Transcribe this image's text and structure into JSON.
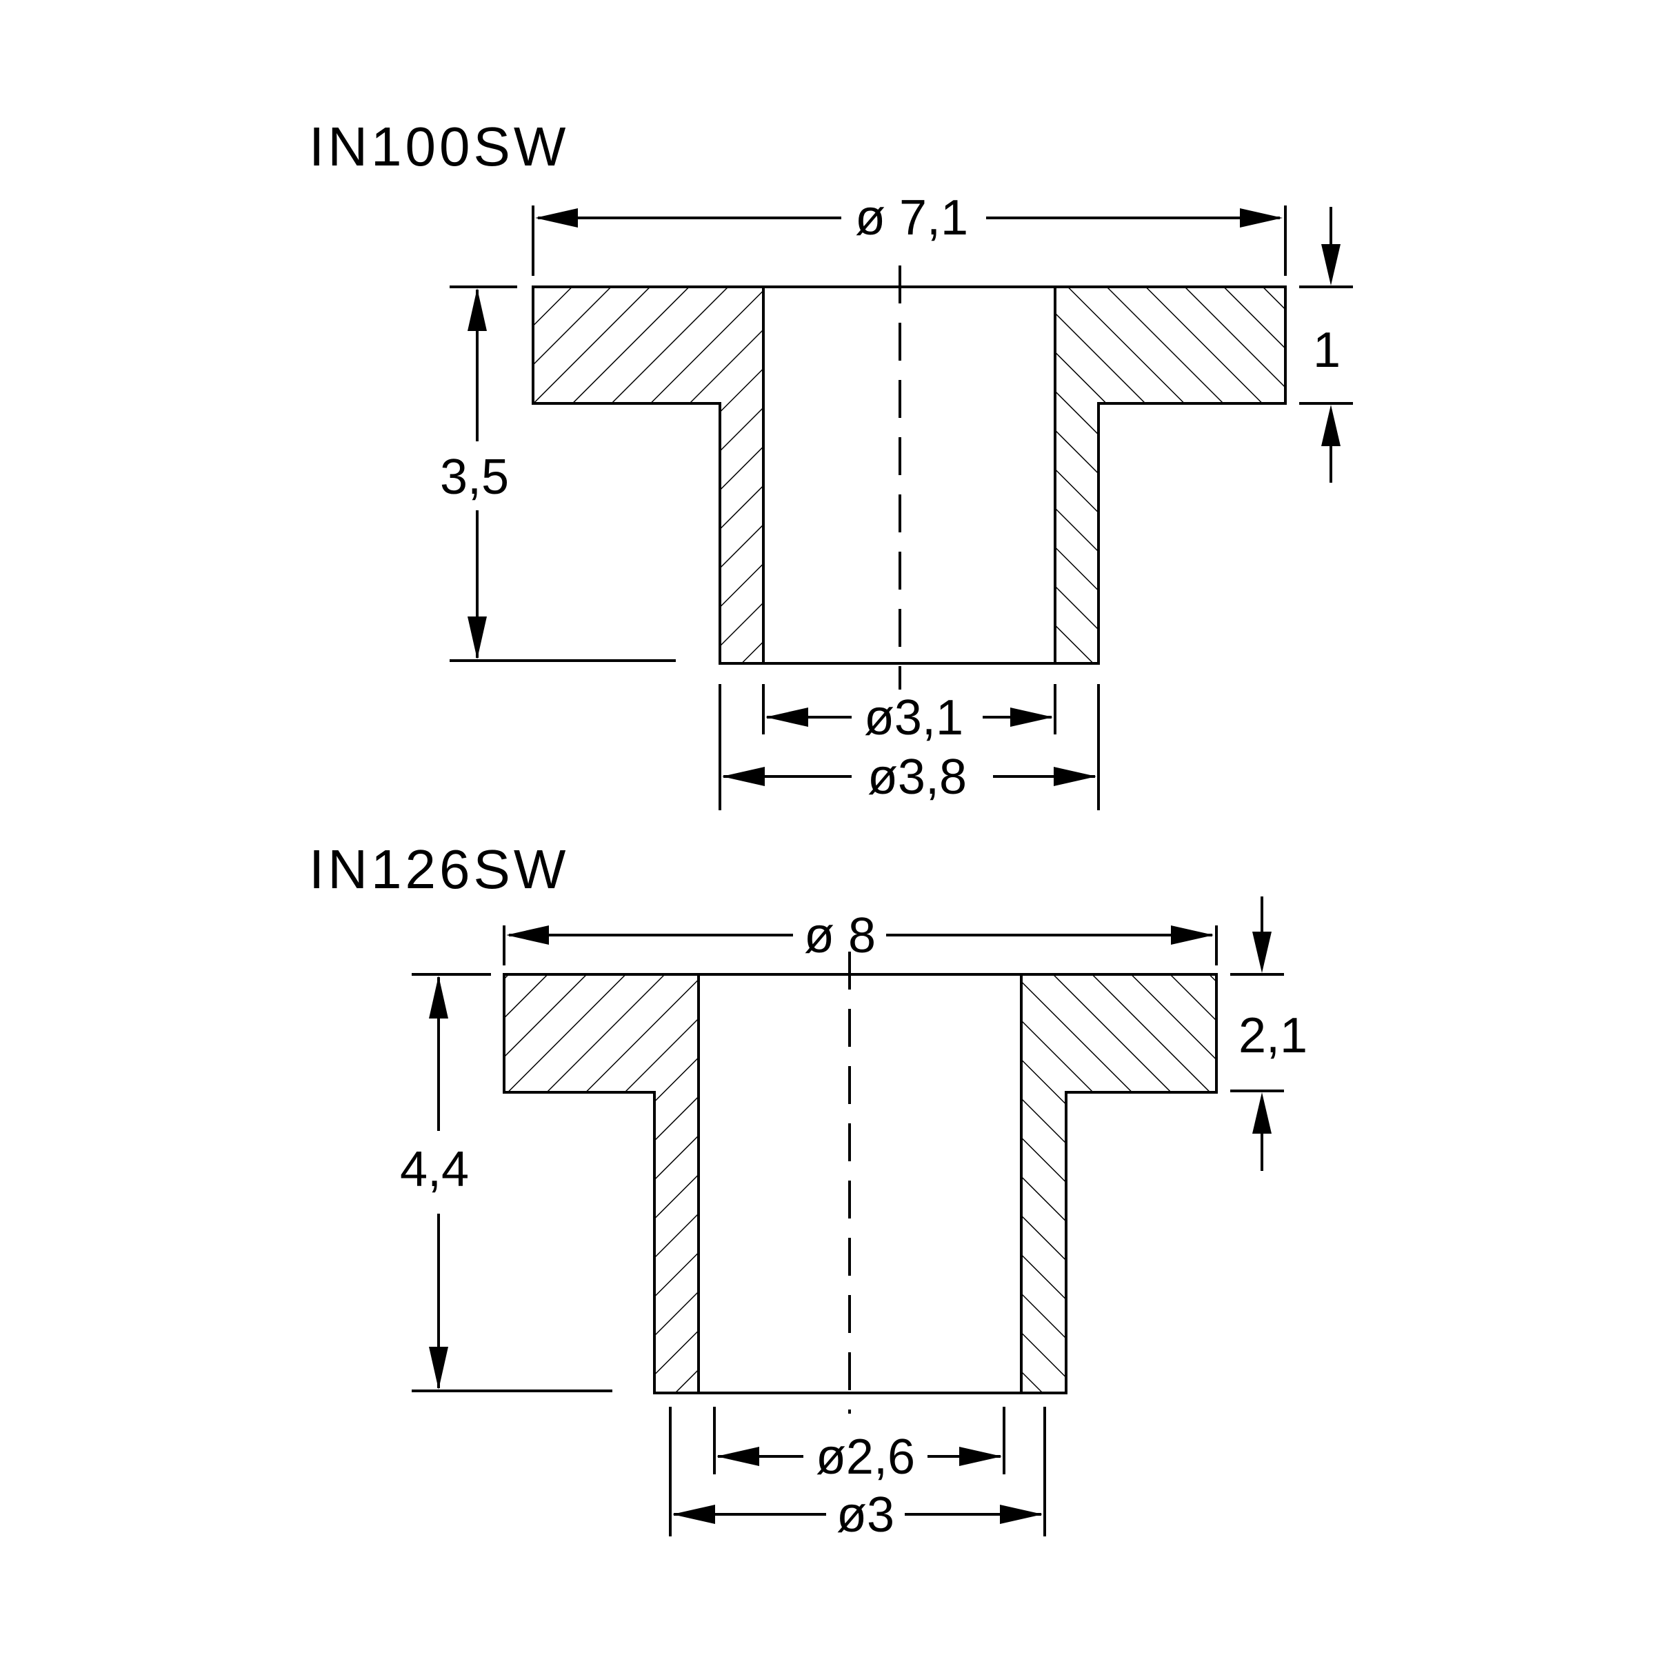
{
  "parts": [
    {
      "id": "IN100SW",
      "label": "IN100SW",
      "dimensions": {
        "flange_diameter": "ø 7,1",
        "flange_thickness": "1",
        "total_height": "3,5",
        "inner_diameter": "ø3,1",
        "outer_diameter": "ø3,8"
      }
    },
    {
      "id": "IN126SW",
      "label": "IN126SW",
      "dimensions": {
        "flange_diameter": "ø 8",
        "flange_thickness": "2,1",
        "total_height": "4,4",
        "inner_diameter": "ø2,6",
        "outer_diameter": "ø3"
      }
    }
  ],
  "colors": {
    "ink": "#000000",
    "background": "#ffffff"
  }
}
